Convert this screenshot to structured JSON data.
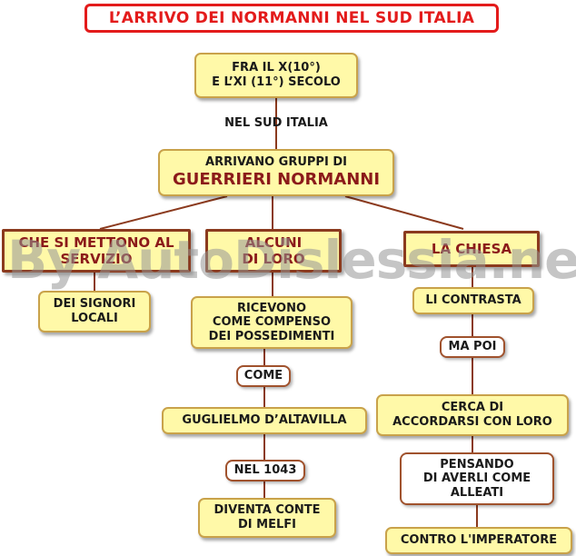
{
  "title": "L’ARRIVO DEI NORMANNI NEL SUD ITALIA",
  "period": "FRA IL X(10°)\nE L’XI (11°) SECOLO",
  "where_label": "NEL SUD ITALIA",
  "arrivals_line1": "ARRIVANO GRUPPI DI",
  "arrivals_line2": "GUERRIERI NORMANNI",
  "branch_left": "CHE SI METTONO AL\nSERVIZIO",
  "branch_middle": "ALCUNI\nDI LORO",
  "branch_right": "LA CHIESA",
  "lords": "DEI SIGNORI\nLOCALI",
  "reward": "RICEVONO\nCOME COMPENSO\nDEI POSSEDIMENTI",
  "like_label": "COME",
  "guglielmo": "GUGLIELMO D’ALTAVILLA",
  "year_label": "NEL 1043",
  "count": "DIVENTA CONTE\nDI MELFI",
  "opposes": "LI CONTRASTA",
  "but_then": "MA POI",
  "seeks_agreement": "CERCA DI\nACCORDARSI CON LORO",
  "thinking": "PENSANDO\nDI AVERLI COME\nALLEATI",
  "against_emperor": "CONTRO L'IMPERATORE",
  "watermark": "By AutoDislessia.net"
}
